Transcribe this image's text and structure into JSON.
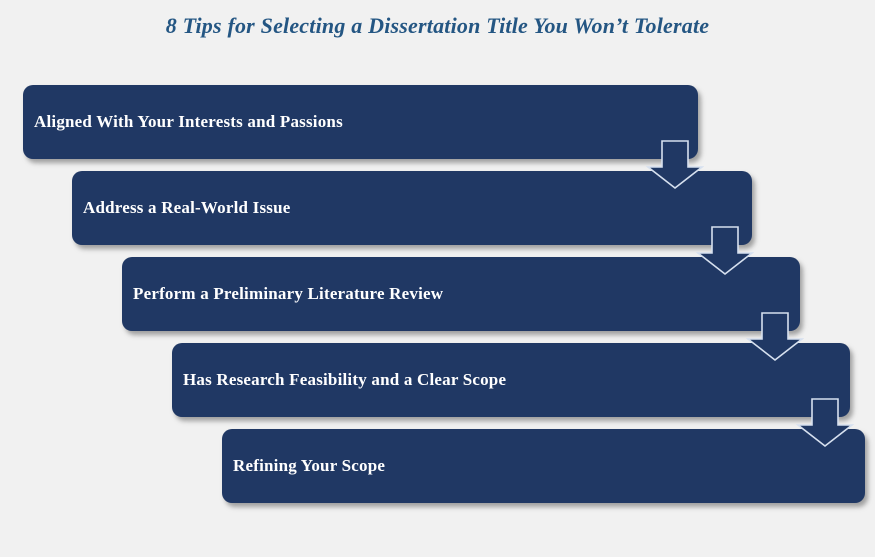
{
  "title": "8 Tips for Selecting a Dissertation Title You Won’t Tolerate",
  "steps": [
    {
      "label": "Aligned With Your Interests and Passions"
    },
    {
      "label": "Address a Real-World Issue"
    },
    {
      "label": "Perform a Preliminary Literature Review"
    },
    {
      "label": "Has Research Feasibility and a Clear Scope"
    },
    {
      "label": "Refining Your Scope"
    }
  ],
  "icons": {
    "connector": "down-arrow-icon",
    "connector_count": 4
  },
  "colors": {
    "background": "#f1f1f1",
    "bar_fill": "#203864",
    "bar_text": "#ffffff",
    "title_text": "#245683",
    "arrow_fill": "#203864",
    "arrow_outline": "#d6e0ef",
    "shadow": "rgba(95,95,95,0.55)"
  }
}
